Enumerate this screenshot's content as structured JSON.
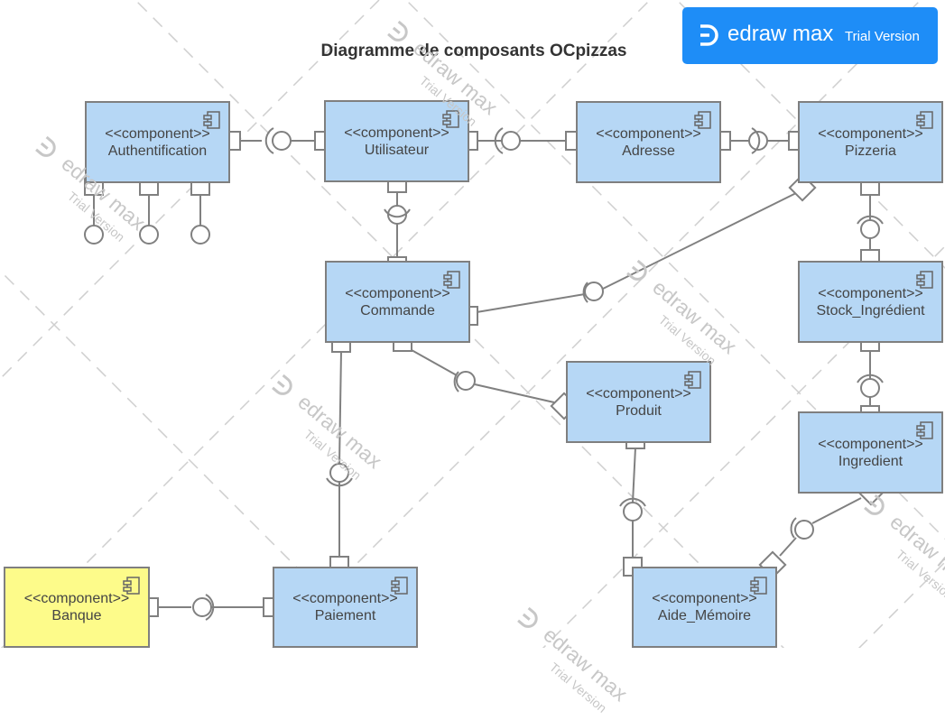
{
  "title": "Diagramme de composants OCpizzas",
  "stereotype": "<<component>>",
  "components": {
    "authentification": "Authentification",
    "utilisateur": "Utilisateur",
    "adresse": "Adresse",
    "pizzeria": "Pizzeria",
    "commande": "Commande",
    "stock_ingredient": "Stock_Ingrédient",
    "produit": "Produit",
    "ingredient": "Ingredient",
    "banque": "Banque",
    "paiement": "Paiement",
    "aide_memoire": "Aide_Mémoire"
  },
  "badge": {
    "brand": "edraw max",
    "trial": "Trial Version"
  },
  "watermark": {
    "brand": "edraw max",
    "trial": "Trial Version"
  },
  "colors": {
    "component_fill": "#b6d7f5",
    "bank_fill": "#fdfb8a",
    "stroke": "#7f7f7f",
    "badge": "#1e8df7"
  },
  "icons": {
    "component": "component-icon",
    "logo": "edraw-logo-icon"
  }
}
